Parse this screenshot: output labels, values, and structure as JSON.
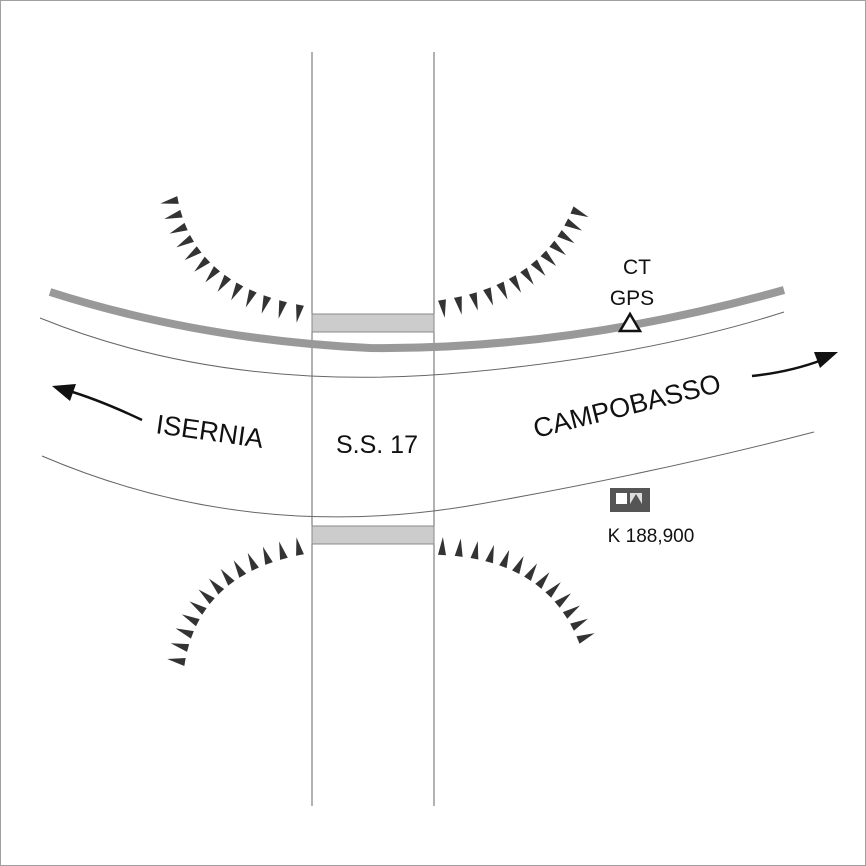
{
  "map": {
    "labels": {
      "road_name": "S.S. 17",
      "west_destination": "ISERNIA",
      "east_destination": "CAMPOBASSO",
      "station_line1": "CT",
      "station_line2": "GPS",
      "km_marker": "K 188,900"
    },
    "icons": {
      "station_marker": "triangle-icon",
      "km_marker": "kilometer-stone-icon",
      "direction_west": "arrow-left-icon",
      "direction_east": "arrow-right-icon",
      "embankment": "hachure-slope-icon"
    },
    "colors": {
      "road_edge": "#555555",
      "railway": "#999999",
      "bridge_deck": "#cccccc",
      "hachure": "#333333",
      "text": "#111111"
    }
  }
}
